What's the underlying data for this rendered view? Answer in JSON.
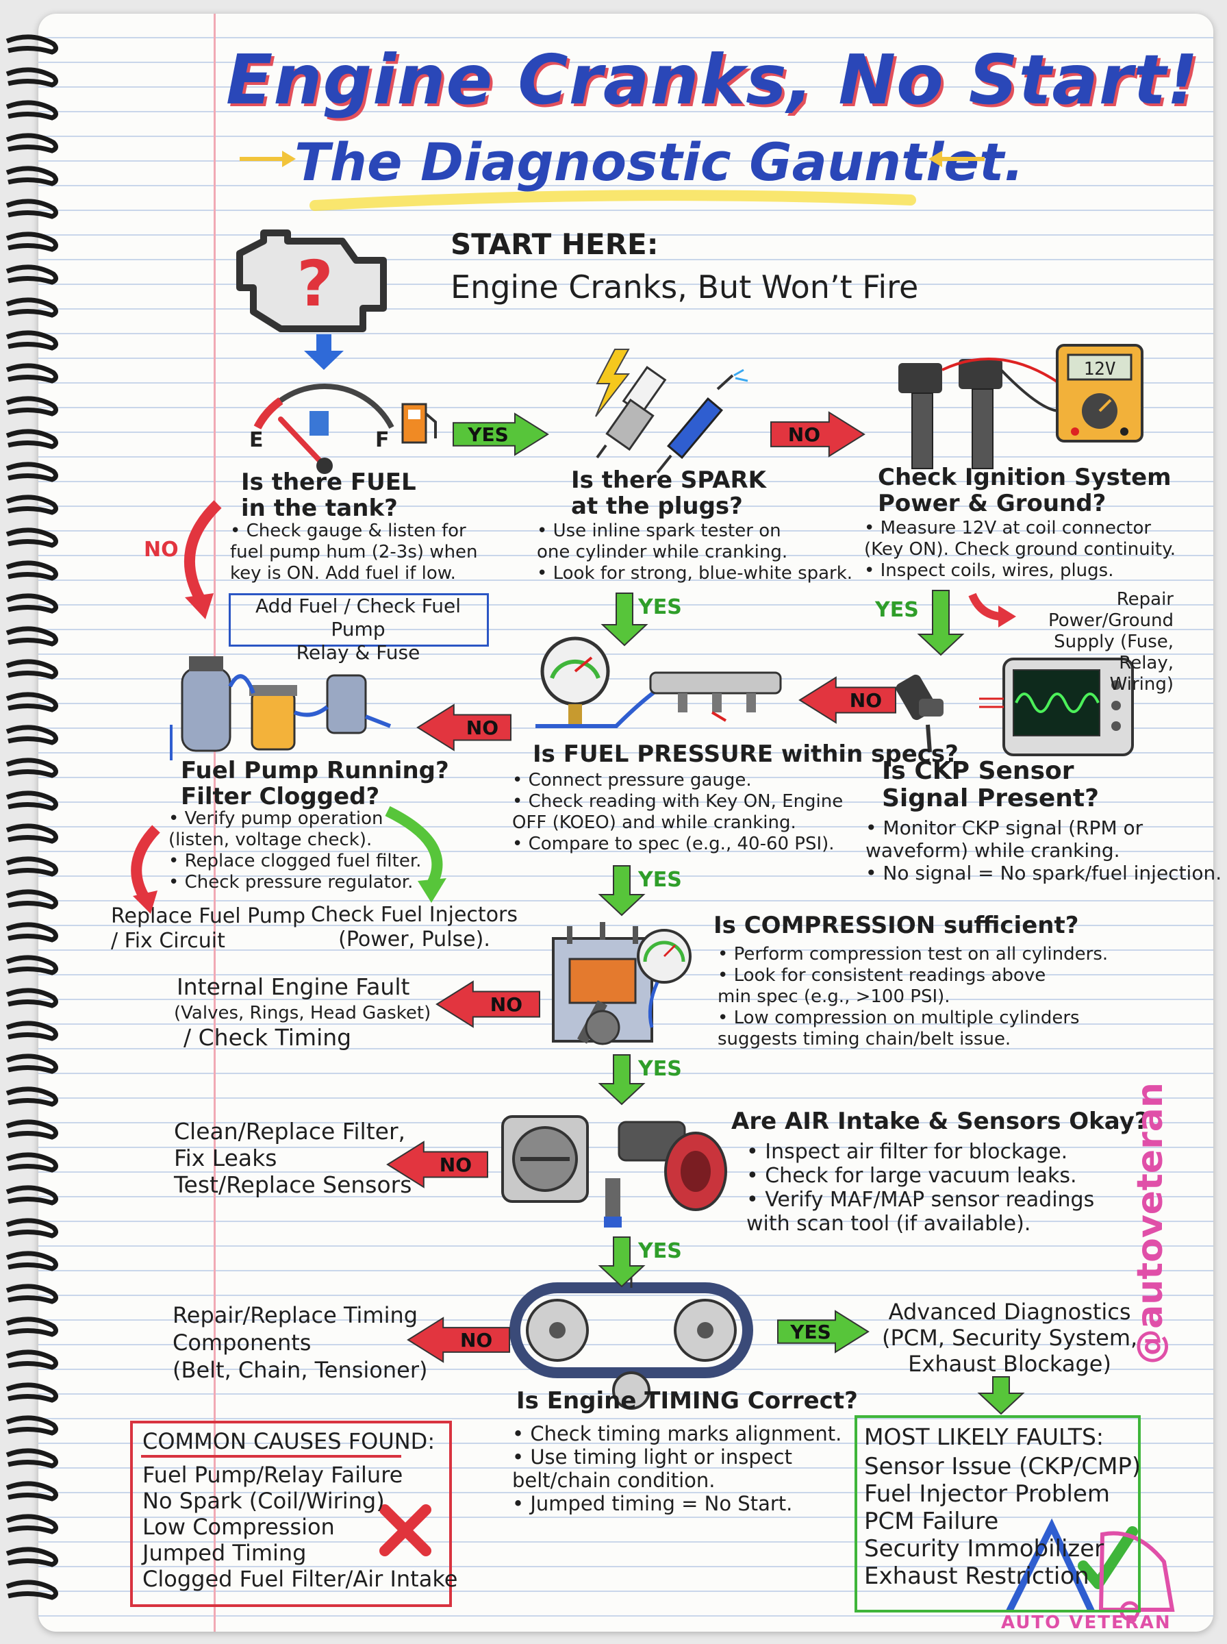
{
  "title": "Engine Cranks, No Start!",
  "subtitle": "The Diagnostic Gauntlet.",
  "handle": "@autoveteran",
  "logo_text": "AUTO VETERAN",
  "colors": {
    "blue": "#2a47b8",
    "red_arrow": "#e2353f",
    "green_arrow": "#57c53a",
    "pink": "#e04fa8"
  },
  "start": {
    "heading": "START HERE:",
    "text": "Engine Cranks, But Won’t Fire"
  },
  "labels": {
    "yes": "YES",
    "no": "NO",
    "gauge_e": "E",
    "gauge_f": "F",
    "meter_value": "12V"
  },
  "fuel": {
    "question": "Is there FUEL\nin the tank?",
    "bullets": "• Check gauge & listen for\n  fuel pump hum (2-3s) when\n  key is ON. Add fuel if low.",
    "action": "Add Fuel / Check Fuel Pump\nRelay & Fuse"
  },
  "spark": {
    "question": "Is there SPARK\nat the plugs?",
    "bullets": "• Use inline spark tester on\n  one cylinder while cranking.\n• Look for strong, blue-white spark."
  },
  "ignition": {
    "question": "Check Ignition System\nPower & Ground?",
    "bullets": "• Measure 12V at coil connector\n  (Key ON). Check ground continuity.\n• Inspect coils, wires, plugs.",
    "action": "Repair Power/Ground\nSupply (Fuse, Relay,\nWiring)"
  },
  "ckp": {
    "question": "Is CKP Sensor\nSignal Present?",
    "bullets": "• Monitor CKP signal (RPM or\n  waveform) while cranking.\n• No signal = No spark/fuel injection."
  },
  "pressure": {
    "question": "Is FUEL PRESSURE within specs?",
    "bullets": "• Connect pressure gauge.\n• Check reading with Key ON, Engine\n  OFF (KOEO) and while cranking.\n• Compare to spec (e.g., 40-60 PSI)."
  },
  "pump": {
    "question": "Fuel Pump Running?\nFilter Clogged?",
    "bullets": "• Verify pump operation\n  (listen, voltage check).\n• Replace clogged fuel filter.\n• Check pressure regulator.",
    "action_left": "Replace Fuel Pump\n/ Fix Circuit",
    "action_right": "Check Fuel Injectors\n(Power, Pulse)."
  },
  "compression": {
    "question": "Is COMPRESSION sufficient?",
    "bullets": "• Perform compression test on all cylinders.\n• Look for consistent readings above\n  min spec (e.g., >100 PSI).\n• Low compression on multiple cylinders\n  suggests timing chain/belt issue.",
    "fault_title": "Internal Engine Fault",
    "fault_detail": "(Valves, Rings, Head Gasket)",
    "fault_extra": "/ Check Timing"
  },
  "air": {
    "question": "Are AIR Intake & Sensors Okay?",
    "bullets": "• Inspect air filter for blockage.\n• Check for large vacuum leaks.\n• Verify MAF/MAP sensor readings\n  with scan tool (if available).",
    "action": "Clean/Replace Filter,\nFix Leaks\nTest/Replace Sensors"
  },
  "timing": {
    "question": "Is Engine TIMING Correct?",
    "bullets": "• Check timing marks alignment.\n• Use timing light or inspect\n  belt/chain condition.\n• Jumped timing = No Start.",
    "action": "Repair/Replace Timing\nComponents\n(Belt, Chain, Tensioner)"
  },
  "advanced": {
    "text": "Advanced Diagnostics\n(PCM, Security System,\nExhaust Blockage)"
  },
  "common_causes": {
    "title": "COMMON CAUSES FOUND:",
    "items": [
      "Fuel Pump/Relay Failure",
      "No Spark (Coil/Wiring)",
      "Low Compression",
      "Jumped Timing",
      "Clogged Fuel Filter/Air Intake"
    ]
  },
  "likely_faults": {
    "title": "MOST LIKELY FAULTS:",
    "items": [
      "Sensor Issue (CKP/CMP)",
      "Fuel Injector Problem",
      "PCM Failure",
      "Security Immobilizer",
      "Exhaust Restriction"
    ]
  }
}
